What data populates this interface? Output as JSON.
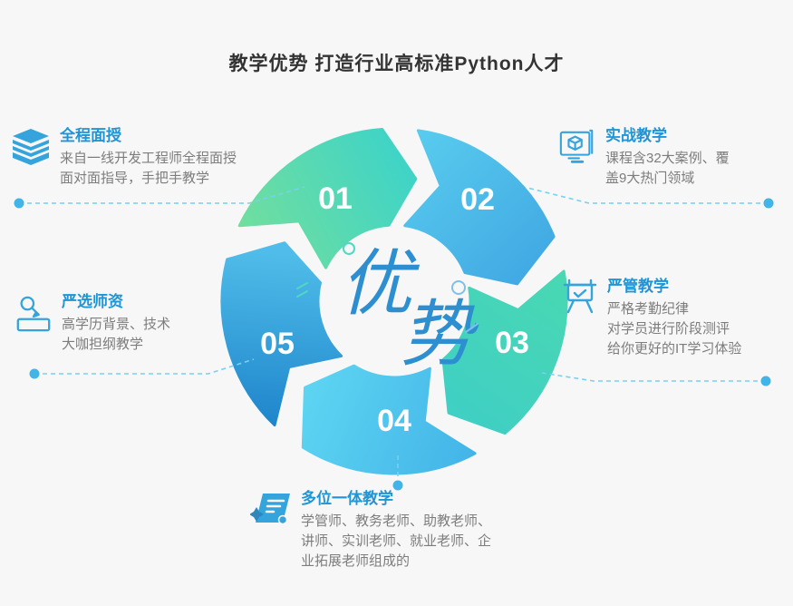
{
  "title": "教学优势 打造行业高标准Python人才",
  "diagram": {
    "center_top_char": "优",
    "center_bottom_char": "势",
    "steps": [
      {
        "number": "01"
      },
      {
        "number": "02"
      },
      {
        "number": "03"
      },
      {
        "number": "04"
      },
      {
        "number": "05"
      }
    ]
  },
  "callouts": [
    {
      "icon": "books-icon",
      "title": "全程面授",
      "lines": [
        "来自一线开发工程师全程面授",
        "面对面指导，手把手教学"
      ]
    },
    {
      "icon": "monitor-cube-icon",
      "title": "实战教学",
      "lines": [
        "课程含32大案例、覆",
        "盖9大热门领域"
      ]
    },
    {
      "icon": "easel-check-icon",
      "title": "严管教学",
      "lines": [
        "严格考勤纪律",
        "对学员进行阶段测评",
        "给你更好的IT学习体验"
      ]
    },
    {
      "icon": "scroll-icon",
      "title": "多位一体教学",
      "lines": [
        "学管师、教务老师、助教老师、",
        "讲师、实训老师、就业老师、企",
        "业拓展老师组成的"
      ]
    },
    {
      "icon": "magnifier-box-icon",
      "title": "严选师资",
      "lines": [
        "高学历背景、技术",
        "大咖担纲教学"
      ]
    }
  ],
  "colors": {
    "background": "#f7f7f7",
    "title_text": "#333333",
    "callout_title": "#2095d6",
    "body_text": "#7d7d7d",
    "icon_blue": "#35a3dc",
    "dashed_line": "#7ad0ee",
    "dot": "#41b4e8",
    "center_word": "#2e8fd0",
    "seg1_gradient": [
      "#74df9c",
      "#3cd3c9"
    ],
    "seg2_gradient": [
      "#58cbee",
      "#3fa5e2"
    ],
    "seg3_gradient": [
      "#49d8b2",
      "#3fcfc5"
    ],
    "seg4_gradient": [
      "#5ed6f2",
      "#43b4e8"
    ],
    "seg5_gradient": [
      "#4fbce9",
      "#1e85cb"
    ]
  }
}
